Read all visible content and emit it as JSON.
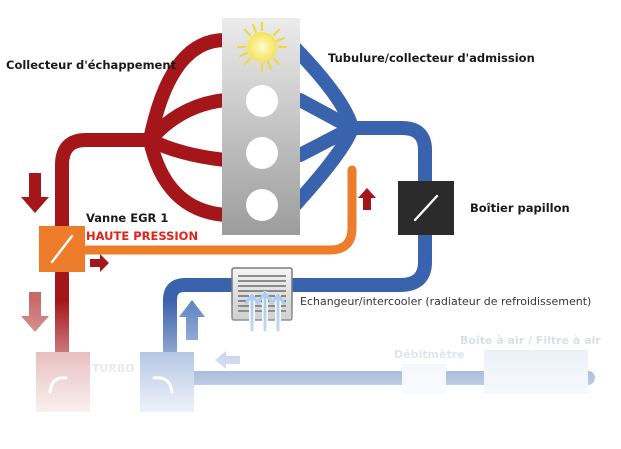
{
  "labels": {
    "exhaust_manifold": "Collecteur d'échappement",
    "intake_manifold": "Tubulure/collecteur d'admission",
    "throttle_body": "Boîtier papillon",
    "egr_valve": "Vanne EGR 1",
    "egr_pressure": "HAUTE PRESSION",
    "intercooler": "Echangeur/intercooler (radiateur de refroidissement)",
    "turbo": "TURBO",
    "mass_airflow": "Débitmètre",
    "air_box": "Boîte à air / Filtre à air"
  },
  "colors": {
    "exhaust": "#a4161a",
    "intake": "#3a63ad",
    "egr": "#ee7d2b",
    "engine_block_light": "#eeeeee",
    "engine_block_dark": "#9a9a9a",
    "valve_dark": "#2b2b2b",
    "label_red": "#e2231a",
    "text": "#1a1a1a"
  },
  "icons": [
    "sun-icon",
    "cylinder-icon",
    "throttle-valve-icon",
    "egr-valve-icon",
    "flow-arrow-icon",
    "cooling-arrow-icon",
    "turbo-icon"
  ]
}
